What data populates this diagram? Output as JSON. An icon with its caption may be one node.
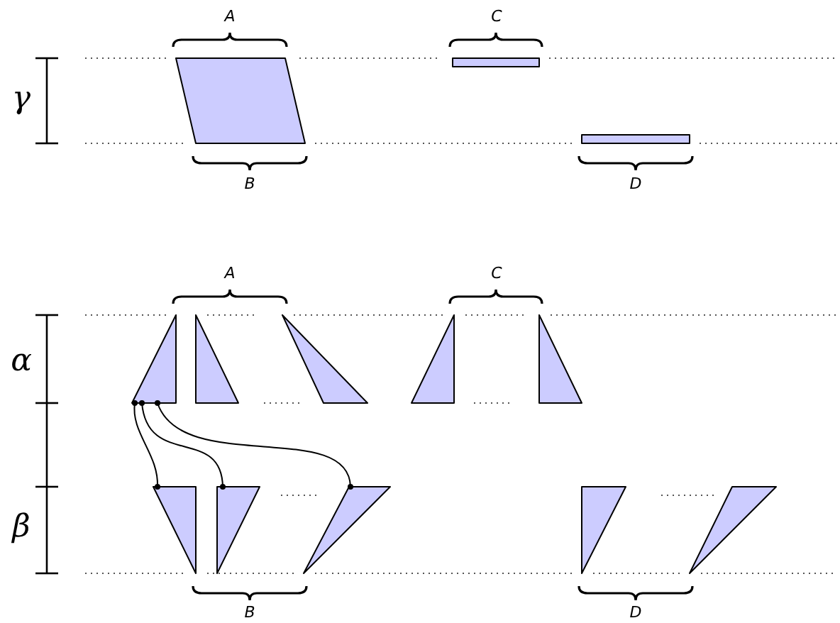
{
  "diagram": {
    "nodes": [
      {
        "text": [],
        "shape": "parallelogram"
      },
      {
        "text": [],
        "shape": "bar"
      },
      {
        "text": [],
        "shape": "bar"
      },
      {
        "text": [],
        "shape": "triangle"
      },
      {
        "text": [],
        "shape": "triangle"
      },
      {
        "text": [],
        "shape": "triangle"
      },
      {
        "text": [],
        "shape": "triangle"
      },
      {
        "text": [],
        "shape": "triangle"
      },
      {
        "text": [],
        "shape": "triangle"
      },
      {
        "text": [],
        "shape": "triangle"
      },
      {
        "text": [],
        "shape": "triangle"
      },
      {
        "text": [],
        "shape": "triangle"
      },
      {
        "text": [],
        "shape": "triangle"
      }
    ],
    "edges": [
      {
        "from": 3,
        "to": 8,
        "arrow": "other"
      },
      {
        "from": 3,
        "to": 9,
        "arrow": "other"
      },
      {
        "from": 3,
        "to": 10,
        "arrow": "other"
      }
    ],
    "labels": [
      "A",
      "C",
      "γ",
      "B",
      "D",
      "A",
      "C",
      "α",
      "β",
      "B",
      "D"
    ]
  }
}
